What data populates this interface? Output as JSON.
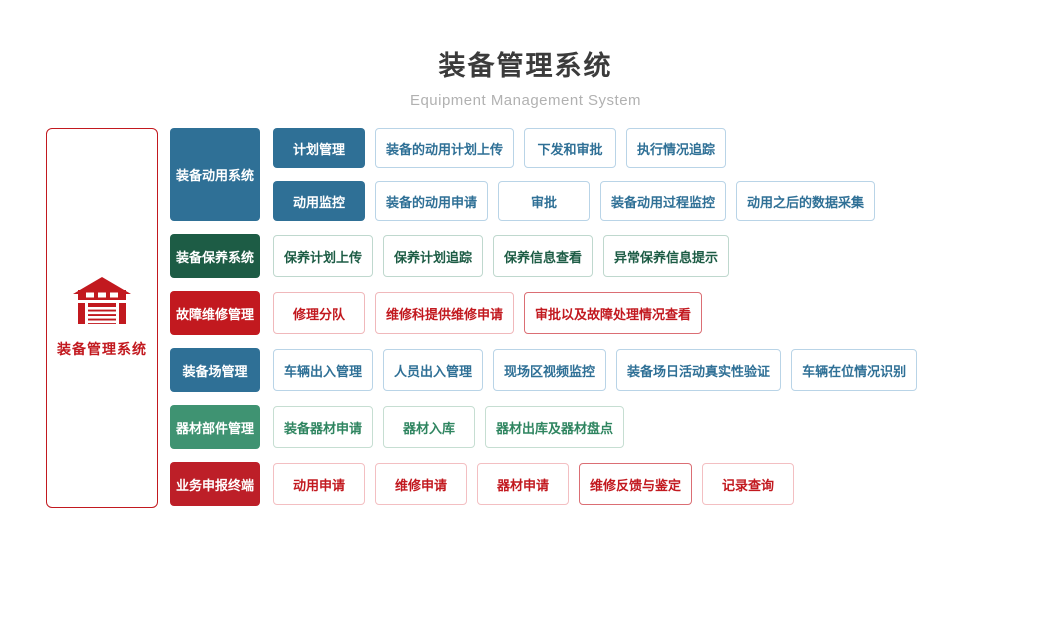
{
  "header": {
    "title": "装备管理系统",
    "subtitle": "Equipment Management System"
  },
  "root": {
    "label": "装备管理系统",
    "icon": "warehouse-icon",
    "accent": "#C2191F"
  },
  "palette": {
    "blue": {
      "fill": "#2F7096",
      "text": "#2F7096",
      "border": "#B9D4E7"
    },
    "dkgreen": {
      "fill": "#1D5C45",
      "text": "#1D5C45",
      "border": "#BFD8CE"
    },
    "red": {
      "fill": "#C2191F",
      "text": "#C2191F",
      "border": "#F0B8BB",
      "border_strong": "#DB6E74"
    },
    "green": {
      "fill": "#3F9372",
      "text": "#2F8560",
      "border": "#C6DED2"
    },
    "dkred": {
      "fill": "#BD1F28",
      "text": "#C2191F",
      "border": "#F3BFC2",
      "border_strong": "#DB6E74"
    }
  },
  "groups": [
    {
      "id": "equipment-mobilization-system",
      "label": "装备动用系统",
      "family": "blue",
      "subgroups": [
        {
          "id": "plan-management",
          "label": "计划管理",
          "leaves": [
            {
              "label": "装备的动用计划上传"
            },
            {
              "label": "下发和审批"
            },
            {
              "label": "执行情况追踪"
            }
          ]
        },
        {
          "id": "mobilization-monitoring",
          "label": "动用监控",
          "leaves": [
            {
              "label": "装备的动用申请"
            },
            {
              "label": "审批"
            },
            {
              "label": "装备动用过程监控"
            },
            {
              "label": "动用之后的数据采集"
            }
          ]
        }
      ]
    },
    {
      "id": "equipment-maintenance-system",
      "label": "装备保养系统",
      "family": "dkgreen",
      "leaves": [
        {
          "label": "保养计划上传"
        },
        {
          "label": "保养计划追踪"
        },
        {
          "label": "保养信息查看"
        },
        {
          "label": "异常保养信息提示"
        }
      ]
    },
    {
      "id": "fault-repair-management",
      "label": "故障维修管理",
      "family": "red",
      "leaves": [
        {
          "label": "修理分队"
        },
        {
          "label": "维修科提供维修申请"
        },
        {
          "label": "审批以及故障处理情况查看",
          "strong_border": true
        }
      ]
    },
    {
      "id": "equipment-depot-management",
      "label": "装备场管理",
      "family": "blue",
      "leaves": [
        {
          "label": "车辆出入管理"
        },
        {
          "label": "人员出入管理"
        },
        {
          "label": "现场区视频监控"
        },
        {
          "label": "装备场日活动真实性验证"
        },
        {
          "label": "车辆在位情况识别"
        }
      ]
    },
    {
      "id": "material-parts-management",
      "label": "器材部件管理",
      "family": "green",
      "leaves": [
        {
          "label": "装备器材申请"
        },
        {
          "label": "器材入库"
        },
        {
          "label": "器材出库及器材盘点"
        }
      ]
    },
    {
      "id": "business-reporting-terminal",
      "label": "业务申报终端",
      "family": "dkred",
      "leaves": [
        {
          "label": "动用申请"
        },
        {
          "label": "维修申请"
        },
        {
          "label": "器材申请"
        },
        {
          "label": "维修反馈与鉴定",
          "strong_border": true
        },
        {
          "label": "记录查询"
        }
      ]
    }
  ]
}
